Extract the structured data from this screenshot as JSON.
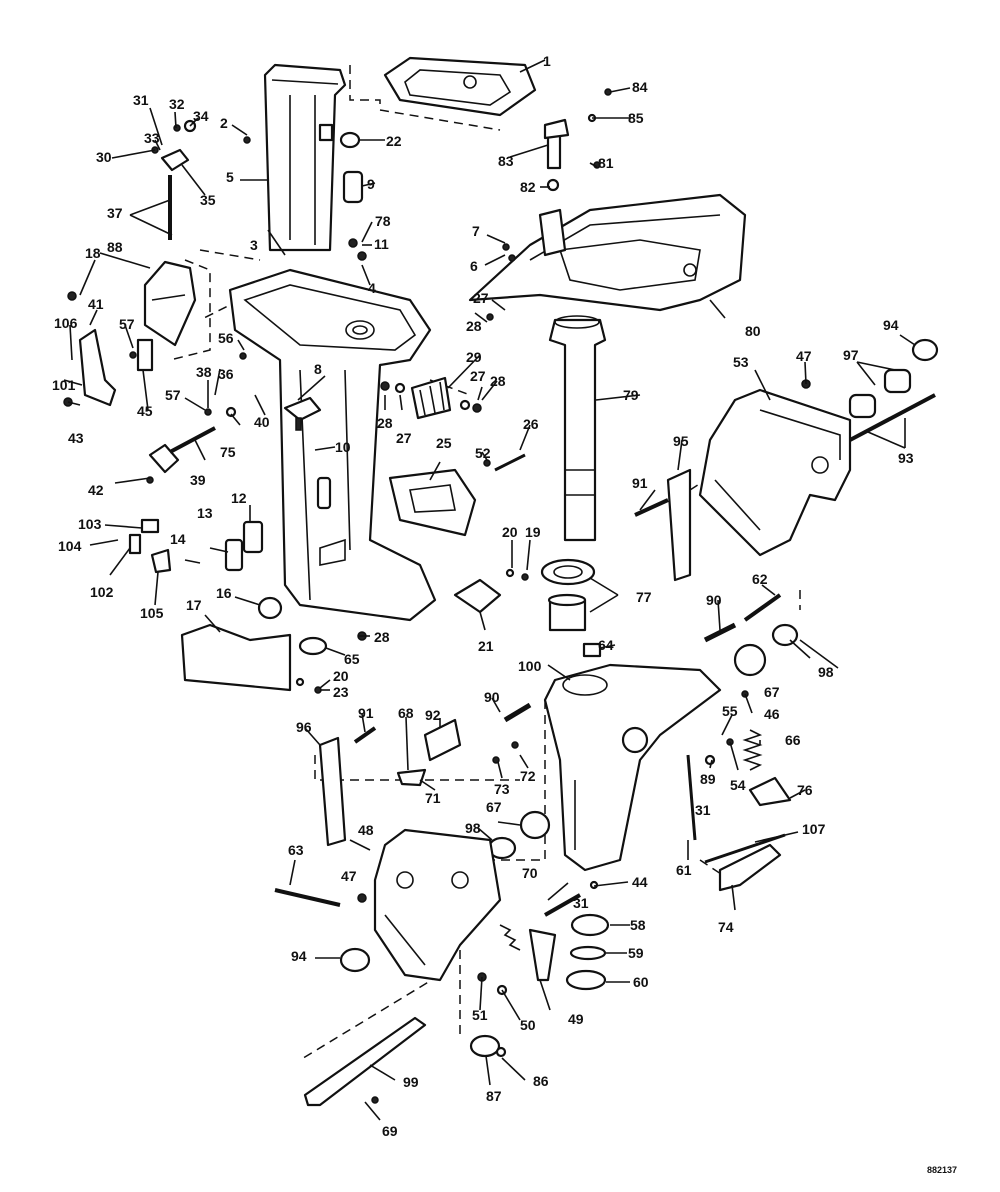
{
  "labels": [
    "1",
    "2",
    "3",
    "4",
    "5",
    "6",
    "7",
    "8",
    "9",
    "10",
    "11",
    "12",
    "13",
    "14",
    "16",
    "17",
    "18",
    "19",
    "20",
    "20",
    "21",
    "22",
    "23",
    "25",
    "26",
    "27",
    "27",
    "27",
    "28",
    "28",
    "28",
    "28",
    "29",
    "30",
    "31",
    "31",
    "31",
    "32",
    "33",
    "34",
    "35",
    "36",
    "37",
    "38",
    "39",
    "40",
    "41",
    "42",
    "43",
    "44",
    "45",
    "46",
    "47",
    "47",
    "48",
    "49",
    "50",
    "51",
    "52",
    "53",
    "54",
    "55",
    "56",
    "57",
    "57",
    "58",
    "59",
    "60",
    "61",
    "62",
    "63",
    "64",
    "65",
    "66",
    "67",
    "67",
    "68",
    "69",
    "70",
    "71",
    "72",
    "73",
    "74",
    "75",
    "76",
    "77",
    "78",
    "79",
    "80",
    "81",
    "82",
    "83",
    "84",
    "85",
    "86",
    "87",
    "88",
    "89",
    "90",
    "90",
    "91",
    "91",
    "92",
    "93",
    "94",
    "94",
    "95",
    "96",
    "97",
    "98",
    "98",
    "99",
    "100",
    "101",
    "102",
    "103",
    "104",
    "105",
    "106",
    "107"
  ],
  "drawing_code": "882137"
}
